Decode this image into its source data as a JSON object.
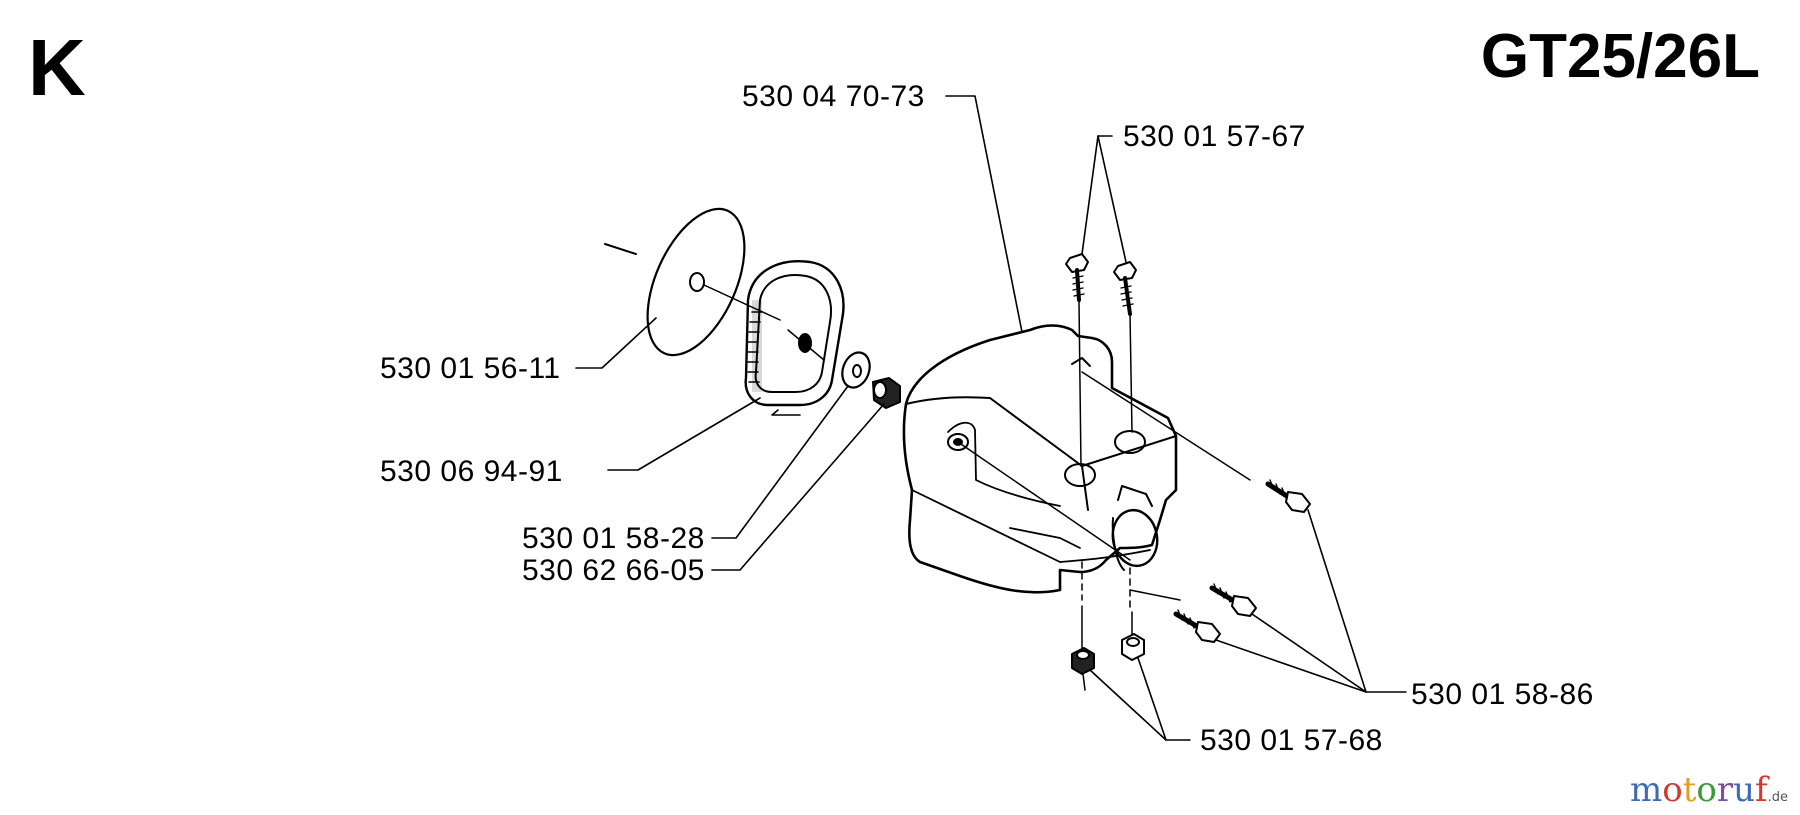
{
  "header": {
    "section": "K",
    "model": "GT25/26L"
  },
  "parts": {
    "cover": "530 04 70-73",
    "cover_screws": "530 01 57-67",
    "disc": "530 01 56-11",
    "guard": "530 06 94-91",
    "washer": "530 01 58-28",
    "nut": "530 62 66-05",
    "bolts": "530 01 58-86",
    "bottom_nuts": "530 01 57-68"
  },
  "watermark": {
    "brand": "motoruf",
    "tld": ".de",
    "colors": [
      "#3b6bb5",
      "#d23a2f",
      "#e0a21a",
      "#3a9a3a",
      "#7a4fa0"
    ]
  }
}
